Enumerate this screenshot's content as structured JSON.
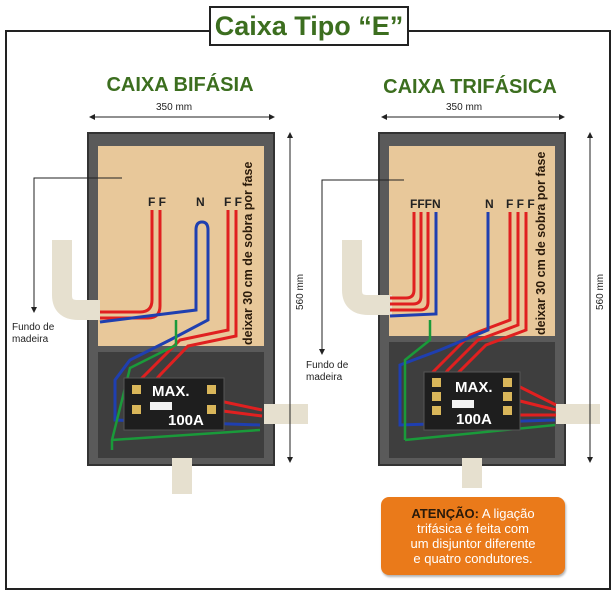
{
  "title": "Caixa Tipo “E”",
  "left": {
    "heading": "CAIXA BIFÁSIA",
    "width_label": "350 mm",
    "height_label": "560 mm",
    "side_text": "deixar 30 cm de sobra por fase",
    "wood_label_line1": "Fundo de",
    "wood_label_line2": "madeira",
    "wire_labels": [
      "F F",
      "N",
      "F F"
    ],
    "breaker_max": "MAX.",
    "breaker_amp": "100A"
  },
  "right": {
    "heading": "CAIXA TRIFÁSICA",
    "width_label": "350 mm",
    "height_label": "560 mm",
    "side_text": "deixar 30 cm de sobra por fase",
    "wood_label_line1": "Fundo de",
    "wood_label_line2": "madeira",
    "wire_labels": [
      "FFFN",
      "N",
      "F F F"
    ],
    "breaker_max": "MAX.",
    "breaker_amp": "100A"
  },
  "note": {
    "bold": "ATENÇÃO:",
    "line1": " A ligação",
    "line2": "trifásica é feita com",
    "line3": "um disjuntor diferente",
    "line4": "e quatro condutores."
  },
  "colors": {
    "title_green": "#3c6e1f",
    "wood": "#e8c89a",
    "box_gray": "#5a5a5a",
    "wire_red": "#e02020",
    "wire_blue": "#1f3fb0",
    "wire_green": "#1a9a3a",
    "note_orange": "#ea7a1a"
  }
}
